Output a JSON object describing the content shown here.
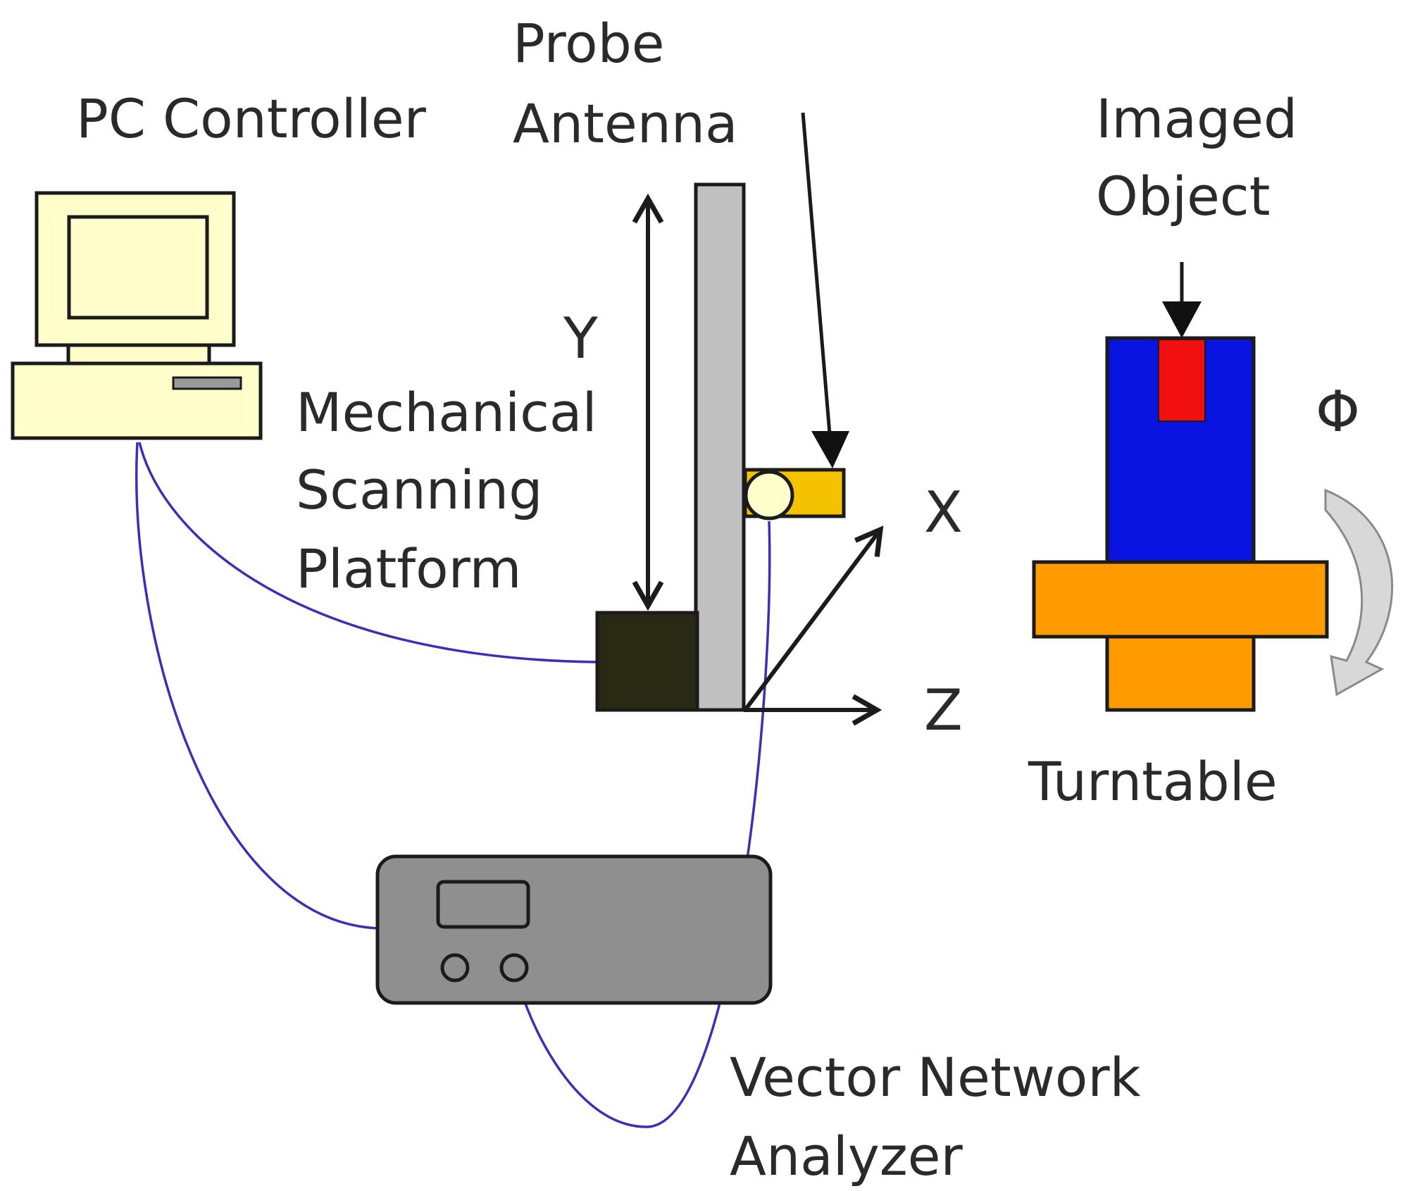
{
  "labels": {
    "pc_controller": "PC Controller",
    "probe_line1": "Probe",
    "probe_line2": "Antenna",
    "imaged_line1": "Imaged",
    "imaged_line2": "Object",
    "y_axis": "Y",
    "x_axis": "X",
    "z_axis": "Z",
    "phi": "Φ",
    "mech_line1": "Mechanical",
    "mech_line2": "Scanning",
    "mech_line3": "Platform",
    "turntable": "Turntable",
    "vna_line1": "Vector Network",
    "vna_line2": "Analyzer"
  },
  "colors": {
    "pc_body": "#ffffcc",
    "column": "#c0c0c0",
    "platform_base": "#2a2a14",
    "probe_holder": "#f5c200",
    "probe_tip": "#ffffcc",
    "imaged_container": "#0a14e0",
    "imaged_object": "#f01010",
    "turntable": "#ff9a00",
    "vna_body": "#8f8f8f",
    "cable": "#3a30b8"
  }
}
